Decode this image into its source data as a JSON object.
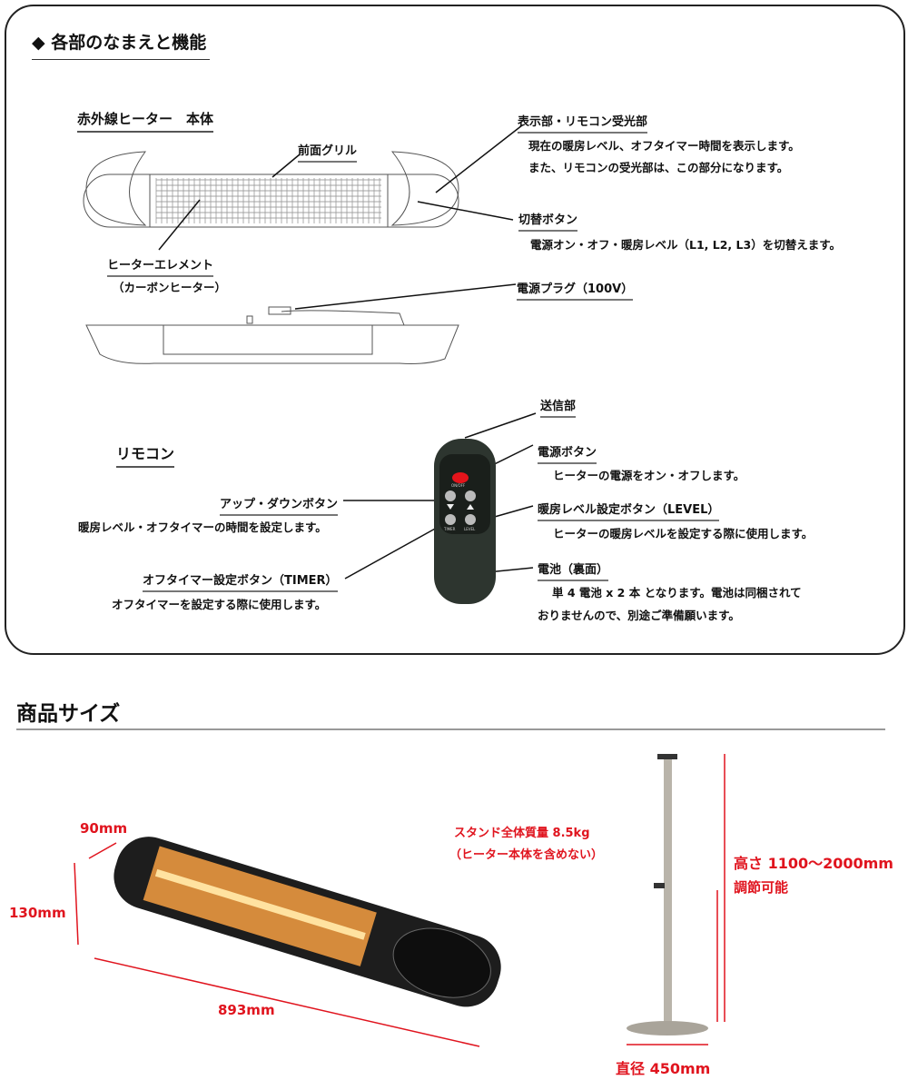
{
  "parts": {
    "title": "◆ 各部のなまえと機能",
    "heater_heading": "赤外線ヒーター　本体",
    "front_grill": "前面グリル",
    "display_label": "表示部・リモコン受光部",
    "display_desc1": "現在の暖房レベル、オフタイマー時間を表示します。",
    "display_desc2": "また、リモコンの受光部は、この部分になります。",
    "switch_label": "切替ボタン",
    "switch_desc": "電源オン・オフ・暖房レベル（L1, L2, L3）を切替えます。",
    "element_label": "ヒーターエレメント",
    "element_sub": "（カーボンヒーター）",
    "plug_label": "電源プラグ（100V）",
    "remote_heading": "リモコン",
    "transmitter_label": "送信部",
    "power_label": "電源ボタン",
    "power_desc": "ヒーターの電源をオン・オフします。",
    "updown_label": "アップ・ダウンボタン",
    "updown_desc": "暖房レベル・オフタイマーの時間を設定します。",
    "level_label": "暖房レベル設定ボタン（LEVEL）",
    "level_desc": "ヒーターの暖房レベルを設定する際に使用します。",
    "timer_label": "オフタイマー設定ボタン（TIMER）",
    "timer_desc": "オフタイマーを設定する際に使用します。",
    "battery_label": "電池（裏面）",
    "battery_desc1": "単 4 電池 x 2 本 となります。電池は同梱されて",
    "battery_desc2": "おりませんので、別途ご準備願います。",
    "remote_onoff": "ON/OFF",
    "remote_timer": "TIMER",
    "remote_level": "LEVEL"
  },
  "size": {
    "title": "商品サイズ",
    "depth": "90mm",
    "height": "130mm",
    "width": "893mm",
    "stand_weight1": "スタンド全体質量 8.5kg",
    "stand_weight2": "（ヒーター本体を含めない）",
    "stand_height": "高さ 1100〜2000mm",
    "stand_adjust": "調節可能",
    "stand_diameter": "直径 450mm"
  },
  "colors": {
    "accent": "#e0141e"
  }
}
